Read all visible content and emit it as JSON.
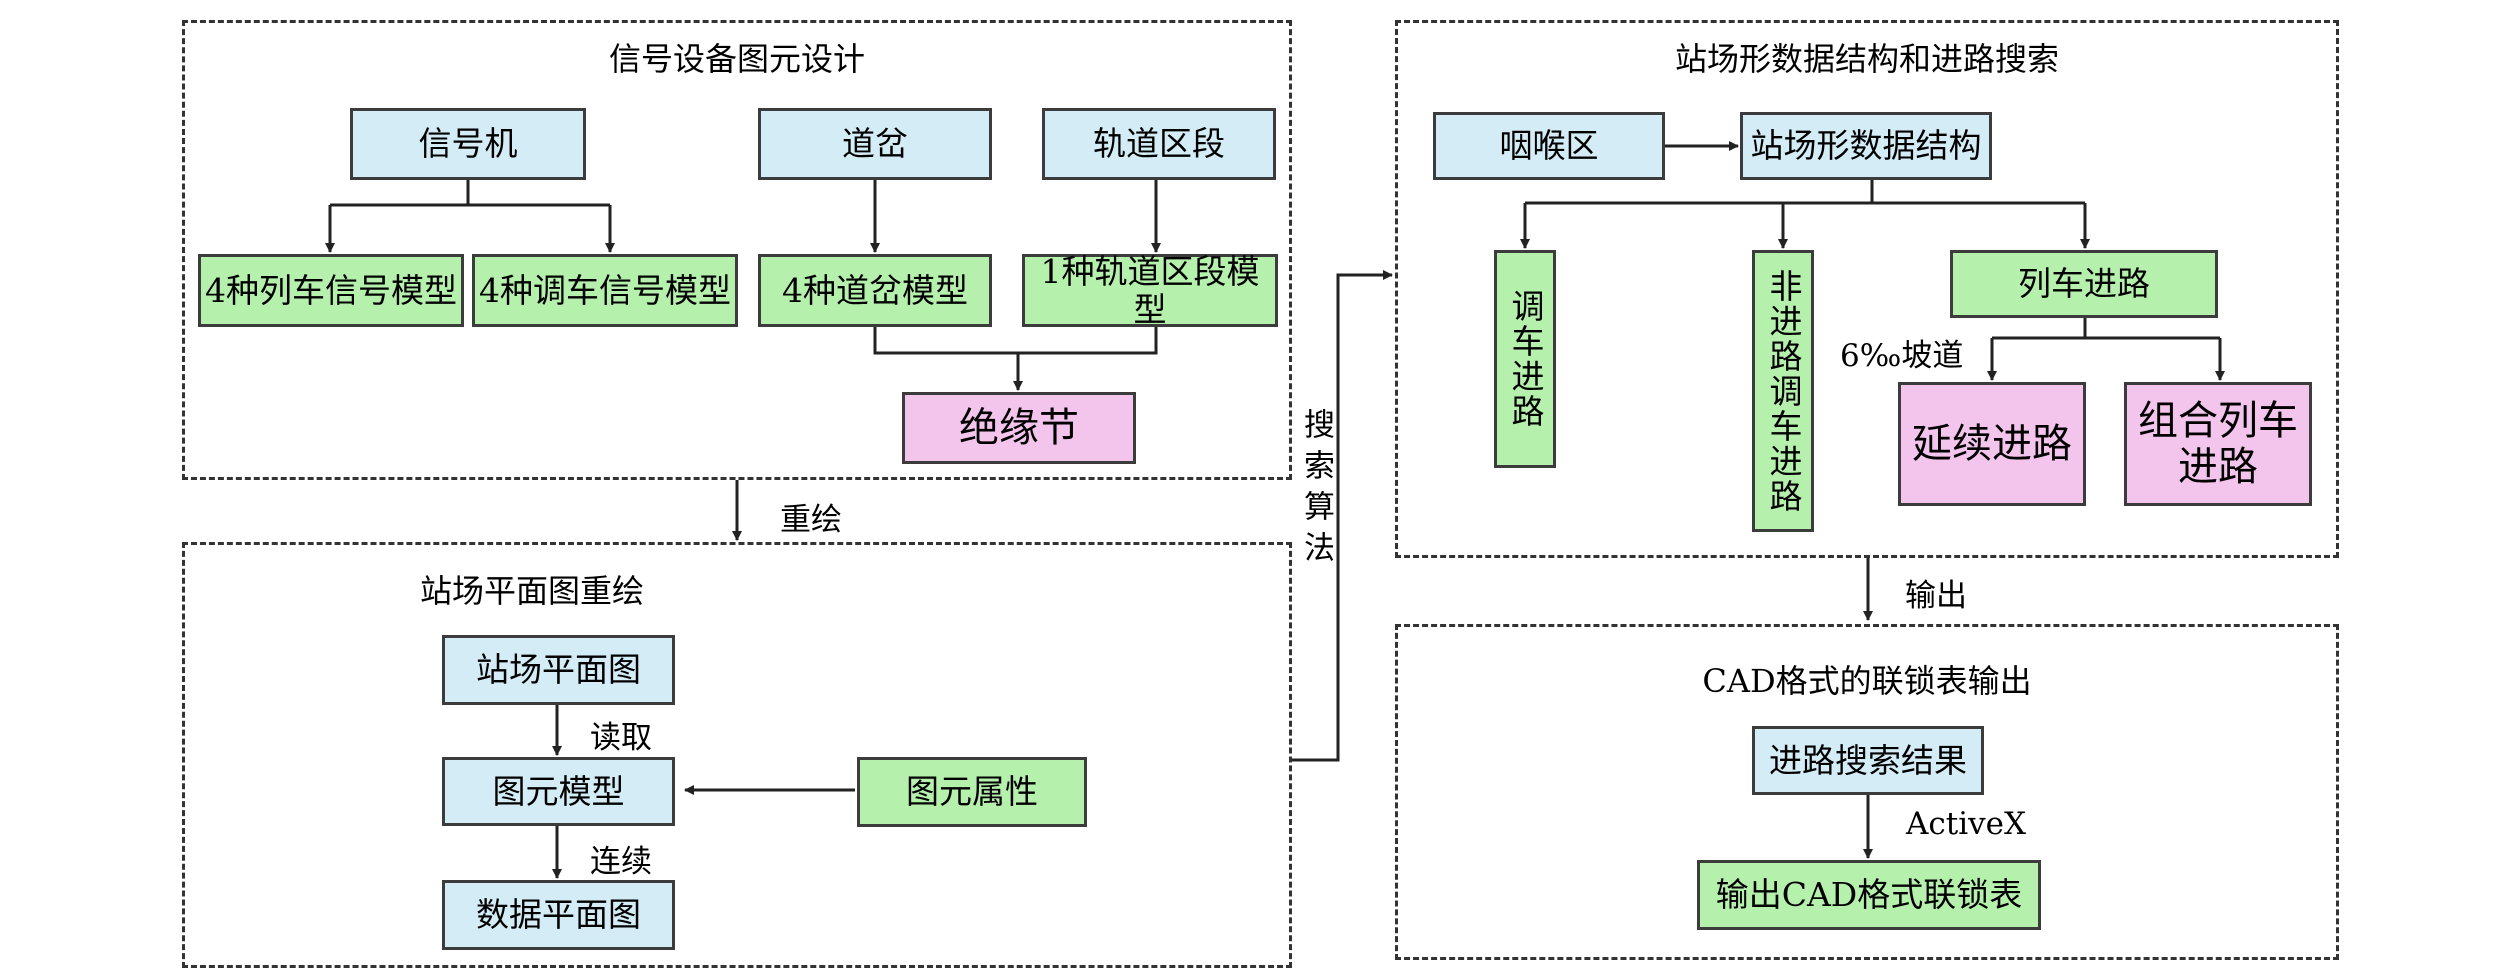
{
  "panels": {
    "signal": {
      "title": "信号设备图元设计"
    },
    "station": {
      "title": "站场形数据结构和进路搜索"
    },
    "redraw": {
      "title": "站场平面图重绘"
    },
    "cad": {
      "title": "CAD格式的联锁表输出"
    }
  },
  "signal_boxes": {
    "signal_machine": "信号机",
    "turnout": "道岔",
    "track_section": "轨道区段",
    "train_signal_models": "4种列车信号模型",
    "shunt_signal_models": "4种调车信号模型",
    "turnout_models": "4种道岔模型",
    "track_section_model": "1种轨道区段模型",
    "insulation_joint": "绝缘节"
  },
  "station_boxes": {
    "throat": "咽喉区",
    "station_structure": "站场形数据结构",
    "shunting_route": "调车进路",
    "non_route_shunting": "非进路调车进路",
    "train_route": "列车进路",
    "extended_route": "延续进路",
    "combined_route": "组合列车进路"
  },
  "redraw_boxes": {
    "station_plan": "站场平面图",
    "element_model": "图元模型",
    "data_plan": "数据平面图",
    "element_attributes": "图元属性"
  },
  "cad_boxes": {
    "route_search_result": "进路搜索结果",
    "output_cad_table": "输出CAD格式联锁表"
  },
  "labels": {
    "redraw": "重绘",
    "search_algorithm": "搜索算法",
    "output": "输出",
    "read": "读取",
    "continue": "连续",
    "slope": "6‰坡道",
    "activex": "ActiveX"
  },
  "colors": {
    "blue_box": "#d3ecf6",
    "green_box": "#b6f0ad",
    "pink_box": "#f3c5ec",
    "line": "#222222"
  }
}
